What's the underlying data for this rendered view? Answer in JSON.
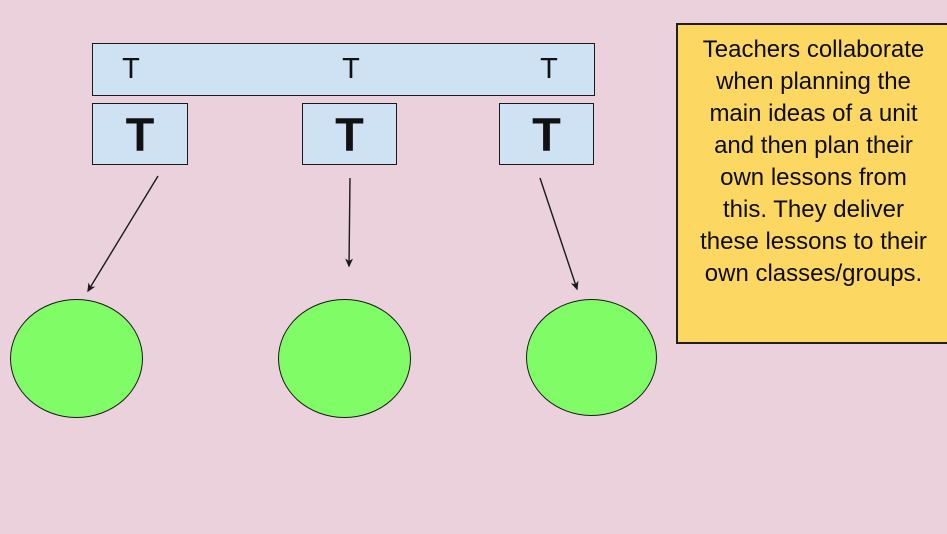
{
  "slide": {
    "background_color": "#EAD1DC",
    "description": "Teaching collaboration model diagram"
  },
  "top_bar": {
    "fill_color": "#CFE2F3",
    "border_color": "#000000",
    "teacher_labels": [
      "T",
      "T",
      "T"
    ]
  },
  "teacher_boxes": {
    "fill_color": "#CFE2F3",
    "border_color": "#000000",
    "labels": [
      "T",
      "T",
      "T"
    ]
  },
  "class_circles": {
    "count": 3,
    "fill_color": "#80FC66",
    "border_color": "#000000"
  },
  "arrows": {
    "count": 3,
    "color": "#1a1a1a"
  },
  "note": {
    "fill_color": "#FCD761",
    "border_color": "#000000",
    "text": "Teachers collaborate\nwhen planning the\nmain ideas of a unit\nand then plan their\nown lessons from\nthis. They deliver\nthese lessons to their\nown classes/groups."
  }
}
